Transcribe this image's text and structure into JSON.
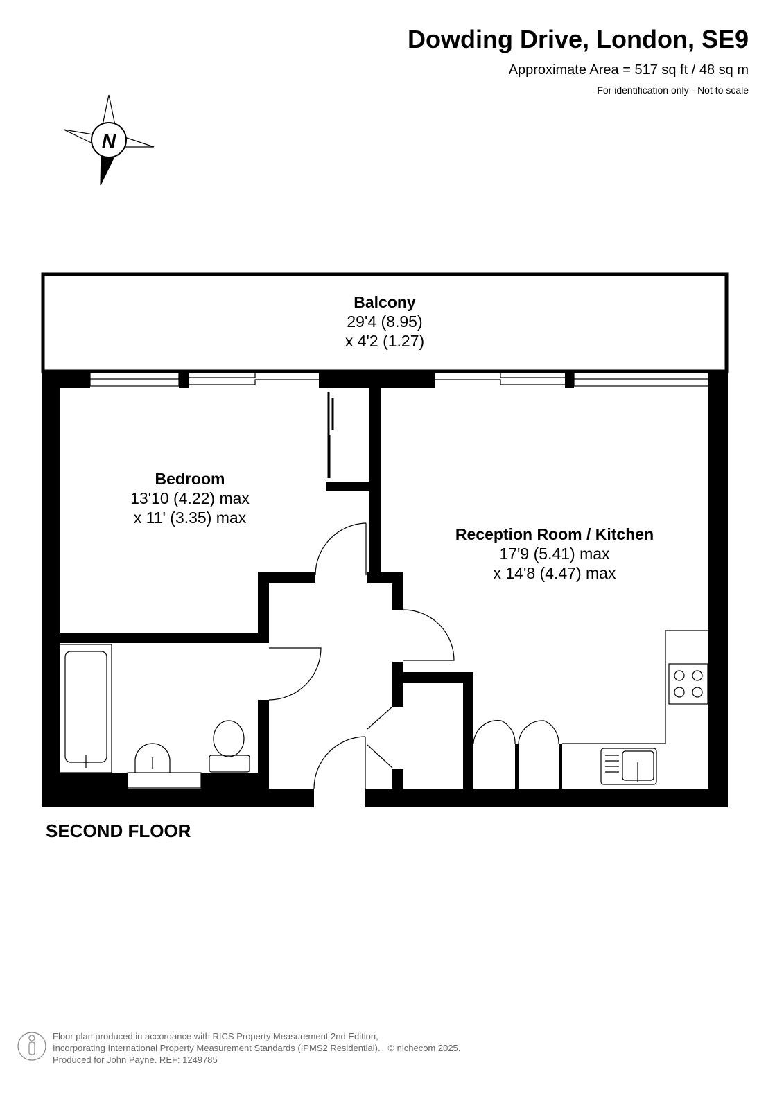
{
  "header": {
    "title": "Dowding Drive, London, SE9",
    "area": "Approximate Area = 517 sq ft / 48 sq m",
    "note": "For identification only - Not to scale"
  },
  "compass": {
    "label": "N"
  },
  "rooms": [
    {
      "name": "Balcony",
      "dim1": "29'4 (8.95)",
      "dim2": "x 4'2 (1.27)"
    },
    {
      "name": "Bedroom",
      "dim1": "13'10 (4.22) max",
      "dim2": "x 11' (3.35) max"
    },
    {
      "name": "Reception Room / Kitchen",
      "dim1": "17'9 (5.41) max",
      "dim2": "x 14'8 (4.47) max"
    }
  ],
  "floor_label": "SECOND FLOOR",
  "footer": {
    "line1": "Floor plan produced in accordance with RICS Property Measurement 2nd Edition,",
    "line2": "Incorporating International Property Measurement Standards (IPMS2 Residential).",
    "copyright": "© nichecom 2025.",
    "line3": "Produced for John Payne.   REF:  1249785"
  }
}
